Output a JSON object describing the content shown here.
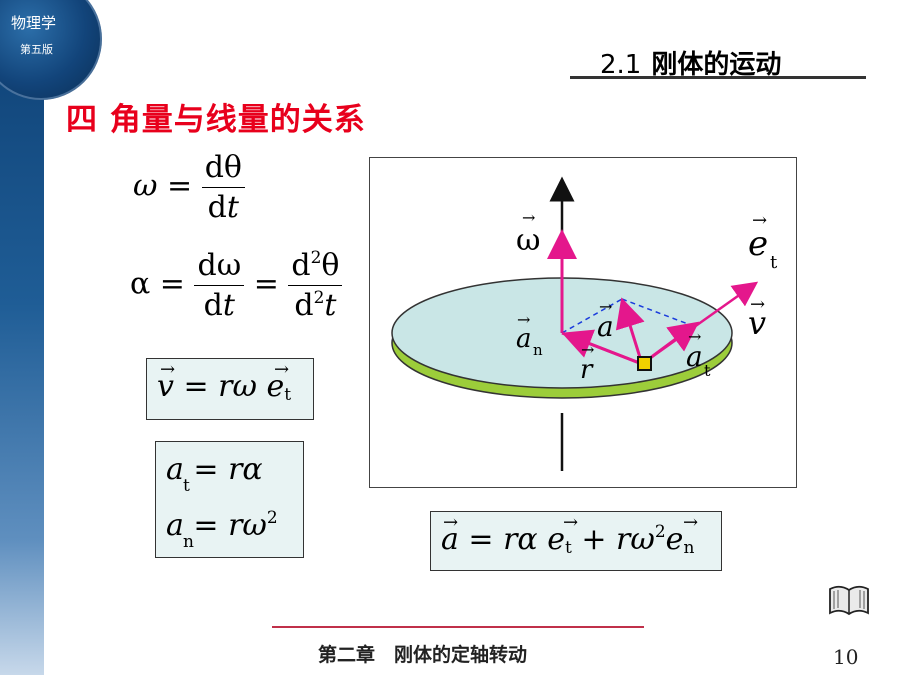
{
  "header": {
    "logo_title": "物理学",
    "logo_edition": "第五版",
    "section_number": "2.1",
    "section_title": "刚体的运动"
  },
  "slide": {
    "heading": "四 角量与线量的关系"
  },
  "equations": {
    "omega_lhs": "ω",
    "omega_num": "dθ",
    "omega_den_d": "d",
    "omega_den_t": "t",
    "alpha_lhs": "α",
    "alpha_num1": "dω",
    "alpha_den1_d": "d",
    "alpha_den1_t": "t",
    "alpha_num2_d": "d",
    "alpha_num2_exp": "2",
    "alpha_num2_theta": "θ",
    "alpha_den2_d": "d",
    "alpha_den2_exp": "2",
    "alpha_den2_t": "t",
    "v_box": "v = rω e",
    "at_box": "a = rα",
    "an_box": "a = rω",
    "sub_t": "t",
    "sub_n": "n",
    "sup_2": "2",
    "a_box_1": "a = rα e",
    "a_box_2": " + rω",
    "a_box_3": "e"
  },
  "diagram": {
    "label_omega": "ω",
    "label_et": "e",
    "label_et_sub": "t",
    "label_v": "v",
    "label_an": "a",
    "label_an_sub": "n",
    "label_a": "a",
    "label_r": "r",
    "label_at": "a",
    "label_at_sub": "t"
  },
  "footer": {
    "chapter": "第二章　刚体的定轴转动",
    "page": "10"
  },
  "colors": {
    "heading_red": "#e8001c",
    "vector_magenta": "#e4178c",
    "disk_top": "#c9e6e6",
    "disk_side": "#9ccd3a"
  }
}
